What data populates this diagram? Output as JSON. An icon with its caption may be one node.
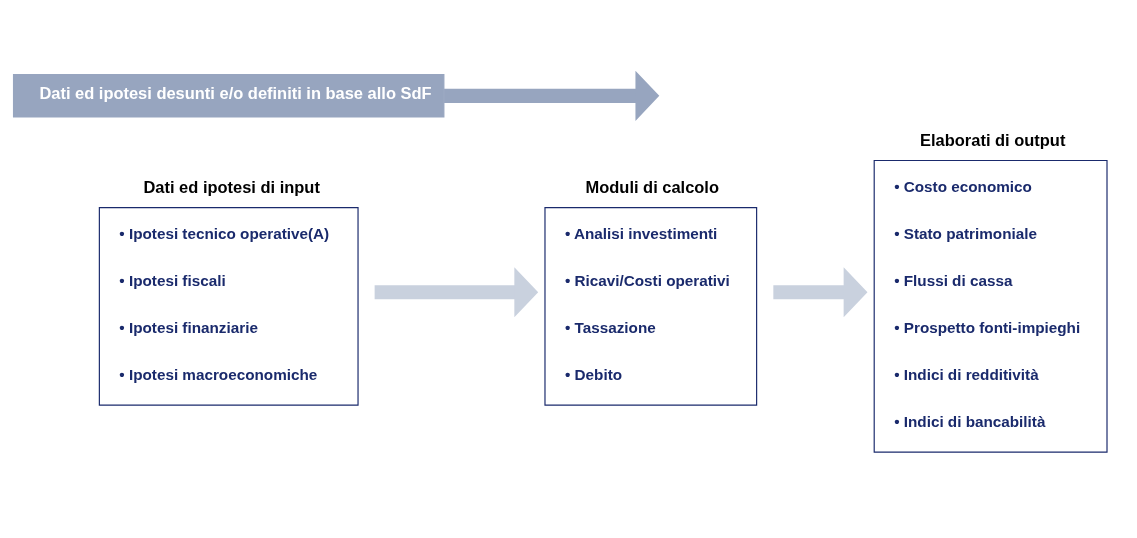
{
  "diagram": {
    "nodes": [
      {
        "text": [
          "Dati ed ipotesi di input",
          "• Ipotesi tecnico operative(A)",
          "• Ipotesi fiscali",
          "• Ipotesi finanziarie",
          "• Ipotesi macroeconomiche"
        ]
      },
      {
        "text": [
          "Moduli di calcolo",
          "• Analisi investimenti",
          "• Ricavi/Costi operativi",
          "• Tassazione",
          "• Debito"
        ]
      },
      {
        "text": [
          "Elaborati di output",
          "• Costo economico",
          "• Stato patrimoniale",
          "• Flussi di cassa",
          "• Prospetto fonti-impieghi",
          "• Indici di redditività",
          "• Indici di bancabilità"
        ]
      },
      {
        "text": [
          "Dati ed ipotesi desunti e/o definiti in base allo SdF"
        ]
      }
    ],
    "edges": [
      {
        "from": 0,
        "to": 1,
        "arrow": "to"
      },
      {
        "from": 1,
        "to": 2,
        "arrow": "to"
      },
      {
        "from": 3,
        "to": null,
        "arrow": "to",
        "color": "#97a5bf"
      }
    ]
  }
}
